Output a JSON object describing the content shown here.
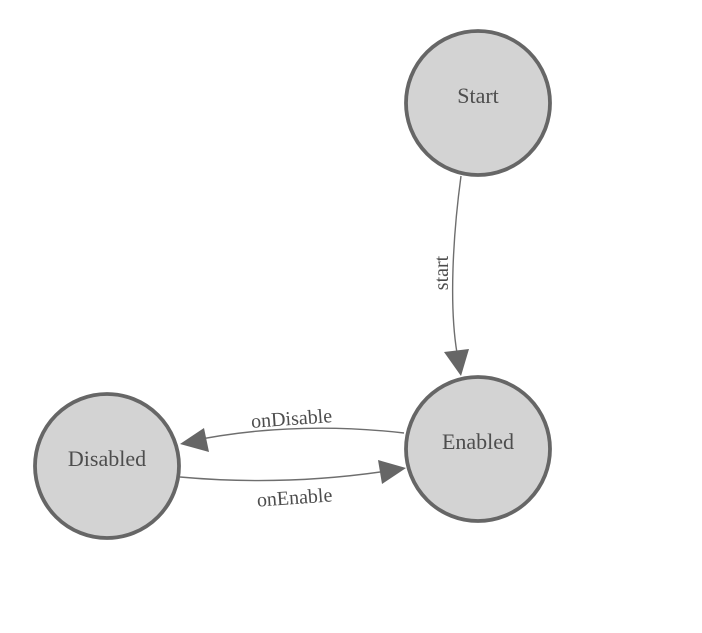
{
  "diagram": {
    "type": "state-machine",
    "nodes": [
      {
        "id": "start",
        "label": "Start"
      },
      {
        "id": "enabled",
        "label": "Enabled"
      },
      {
        "id": "disabled",
        "label": "Disabled"
      }
    ],
    "edges": [
      {
        "from": "Start",
        "to": "Enabled",
        "label": "start"
      },
      {
        "from": "Enabled",
        "to": "Disabled",
        "label": "onDisable"
      },
      {
        "from": "Disabled",
        "to": "Enabled",
        "label": "onEnable"
      }
    ],
    "colors": {
      "background": "#ffffff",
      "node_fill": "#d3d3d3",
      "node_border": "#666666",
      "edge_stroke": "#6e6e6e",
      "arrowhead": "#666666",
      "text": "#4d4d4d"
    }
  }
}
